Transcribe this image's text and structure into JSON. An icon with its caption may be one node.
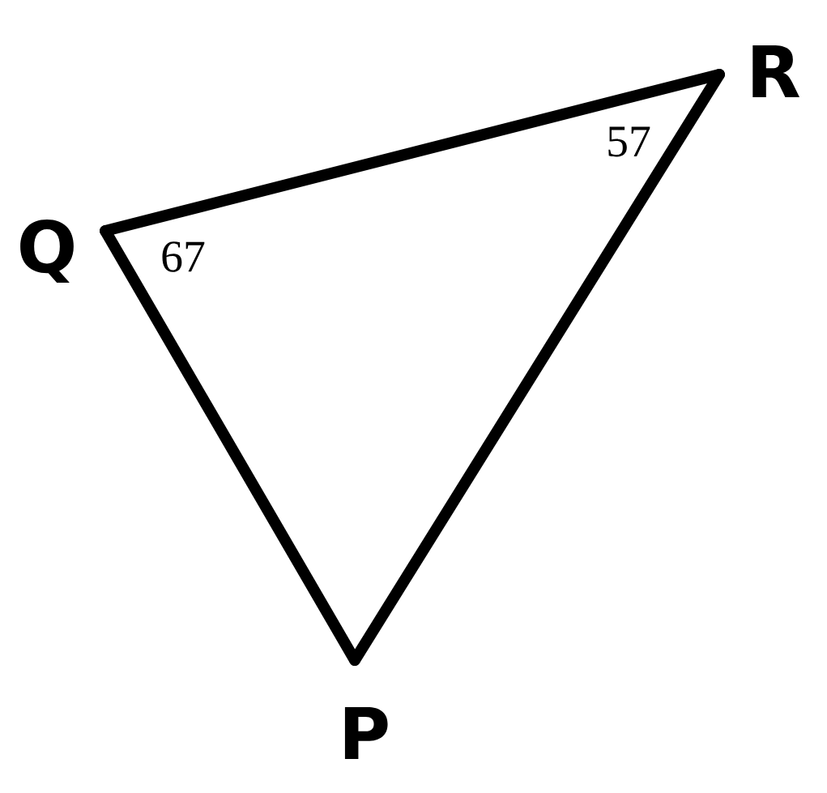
{
  "diagram": {
    "nodes": [
      {
        "text": [
          "Q"
        ]
      },
      {
        "text": [
          "R"
        ]
      },
      {
        "text": [
          "P"
        ]
      }
    ],
    "edges": [
      {
        "from": 0,
        "to": 1,
        "arrow": "none"
      },
      {
        "from": 1,
        "to": 2,
        "arrow": "none"
      },
      {
        "from": 2,
        "to": 0,
        "arrow": "none"
      }
    ],
    "labels": [
      "57",
      "67"
    ]
  }
}
